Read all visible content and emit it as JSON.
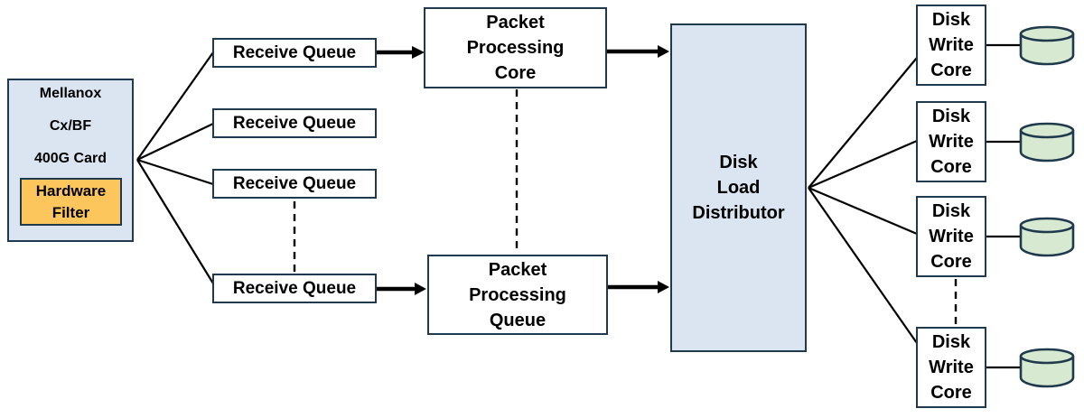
{
  "diagram": {
    "nic_card": {
      "label": "Mellanox\nCx/BF\n400G Card",
      "filter_label": "Hardware\nFilter"
    },
    "receive_queues": [
      {
        "label": "Receive Queue"
      },
      {
        "label": "Receive Queue"
      },
      {
        "label": "Receive Queue"
      },
      {
        "label": "Receive Queue"
      }
    ],
    "packet_processing_core": {
      "label": "Packet\nProcessing\nCore"
    },
    "packet_processing_queue": {
      "label": "Packet\nProcessing\nQueue"
    },
    "disk_load_distributor": {
      "label": "Disk\nLoad\nDistributor"
    },
    "disk_write_cores": [
      {
        "label": "Disk\nWrite\nCore"
      },
      {
        "label": "Disk\nWrite\nCore"
      },
      {
        "label": "Disk\nWrite\nCore"
      },
      {
        "label": "Disk\nWrite\nCore"
      }
    ],
    "icons": {
      "disk": "database-cylinder"
    },
    "colors": {
      "background": "#ffffff",
      "card_fill": "#dbe5f2",
      "filter_fill": "#fdc65c",
      "box_fill": "#ffffff",
      "box_border": "#1e3a4c",
      "disk_fill": "#d8e9d1",
      "line_color": "#000000",
      "text_color": "#000000"
    }
  }
}
